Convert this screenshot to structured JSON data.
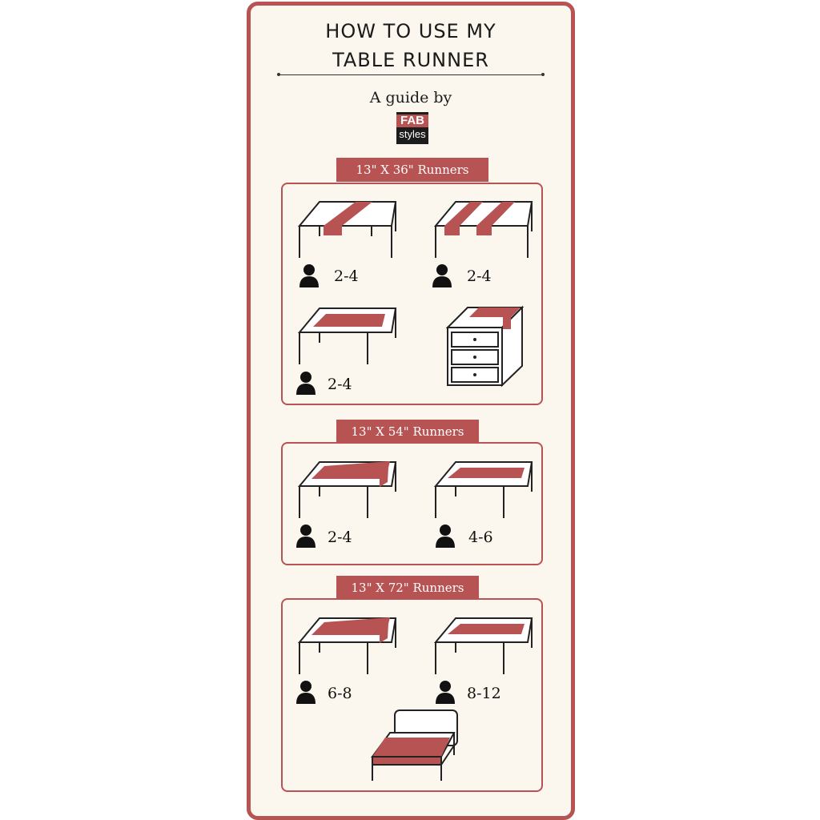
{
  "header": {
    "title_line1": "HOW TO USE MY",
    "title_line2": "TABLE RUNNER",
    "guide_text": "A guide by",
    "logo_top": "FAB",
    "logo_bottom": "styles"
  },
  "colors": {
    "accent": "#b85353",
    "background": "#fbf7ef",
    "ink": "#1a1a1a"
  },
  "sections": [
    {
      "label": "13\" X 36\" Runners",
      "items": [
        {
          "illustration": "table-runner-across",
          "icon": "person-icon",
          "count": "2-4"
        },
        {
          "illustration": "table-two-runners-across",
          "icon": "person-icon",
          "count": "2-4"
        },
        {
          "illustration": "table-runner-centered",
          "icon": "person-icon",
          "count": "2-4"
        },
        {
          "illustration": "dresser-runner",
          "icon": "",
          "count": ""
        }
      ]
    },
    {
      "label": "13\" X 54\" Runners",
      "items": [
        {
          "illustration": "table-runner-lengthwise-overhang",
          "icon": "person-icon",
          "count": "2-4"
        },
        {
          "illustration": "table-runner-lengthwise",
          "icon": "person-icon",
          "count": "4-6"
        }
      ]
    },
    {
      "label": "13\" X 72\" Runners",
      "items": [
        {
          "illustration": "table-runner-lengthwise-overhang",
          "icon": "person-icon",
          "count": "6-8"
        },
        {
          "illustration": "table-runner-lengthwise",
          "icon": "person-icon",
          "count": "8-12"
        },
        {
          "illustration": "bed-runner",
          "icon": "",
          "count": ""
        }
      ]
    }
  ]
}
